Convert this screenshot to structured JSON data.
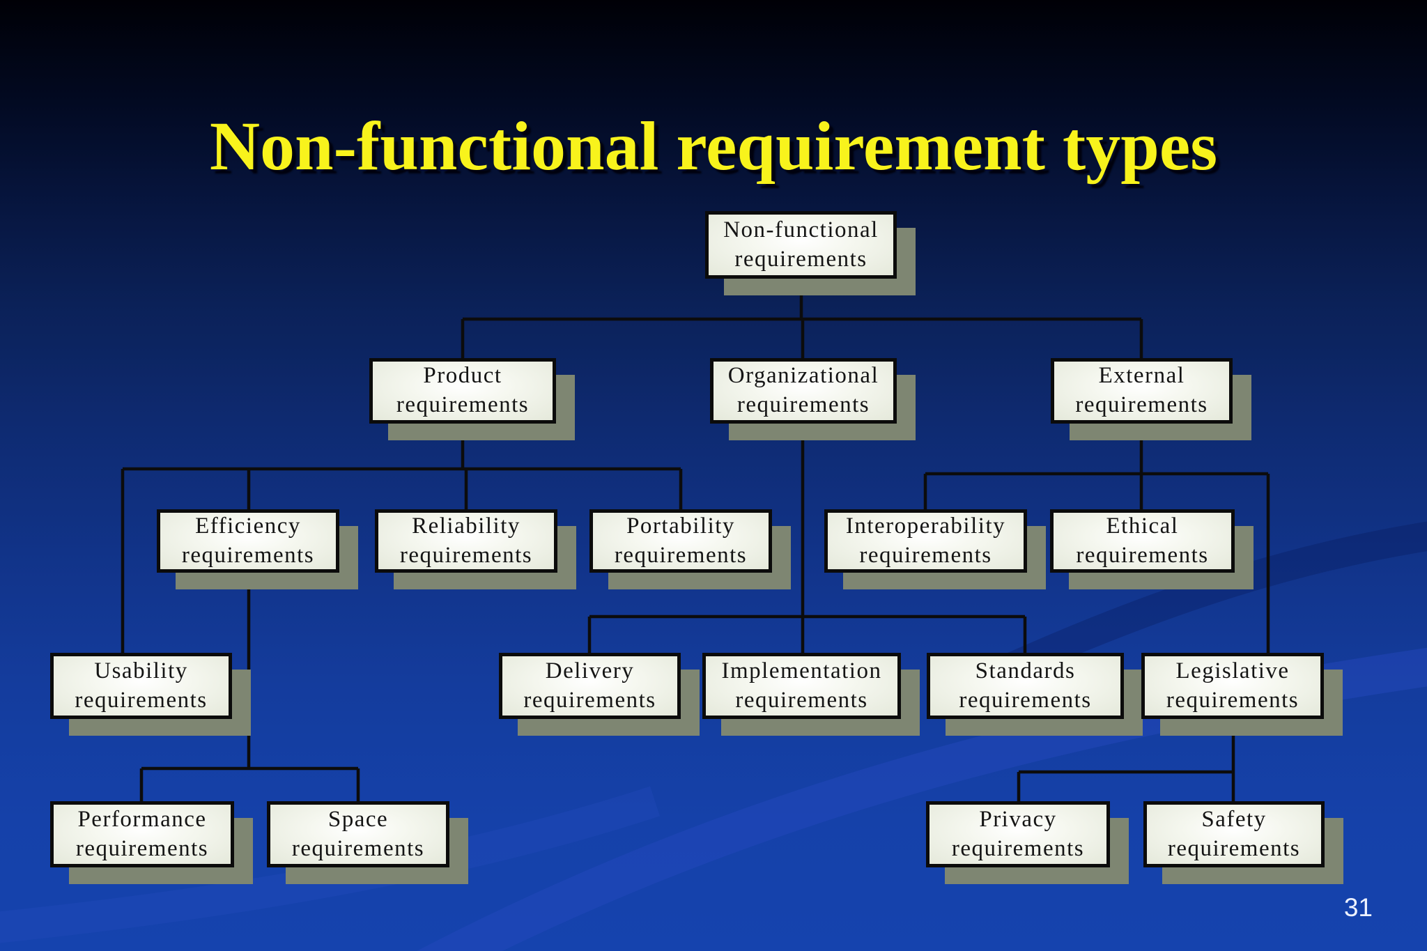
{
  "slide": {
    "title": "Non-functional requirement types",
    "page_number": "31",
    "colors": {
      "background_top": "#000006",
      "background_bottom": "#1543ae",
      "title_text": "#f8f31c",
      "box_fill": "#eef1e7",
      "box_border": "#0b0b0b",
      "box_shadow": "#7e8672",
      "connector": "#0c0c0c",
      "page_number_text": "#eef2ff"
    }
  },
  "diagram": {
    "nodes": [
      {
        "id": "non-functional",
        "line1": "Non-functional",
        "line2": "requirements"
      },
      {
        "id": "product",
        "line1": "Product",
        "line2": "requirements"
      },
      {
        "id": "organizational",
        "line1": "Organizational",
        "line2": "requirements"
      },
      {
        "id": "external",
        "line1": "External",
        "line2": "requirements"
      },
      {
        "id": "efficiency",
        "line1": "Efficiency",
        "line2": "requirements"
      },
      {
        "id": "reliability",
        "line1": "Reliability",
        "line2": "requirements"
      },
      {
        "id": "portability",
        "line1": "Portability",
        "line2": "requirements"
      },
      {
        "id": "interoperability",
        "line1": "Interoperability",
        "line2": "requirements"
      },
      {
        "id": "ethical",
        "line1": "Ethical",
        "line2": "requirements"
      },
      {
        "id": "usability",
        "line1": "Usability",
        "line2": "requirements"
      },
      {
        "id": "delivery",
        "line1": "Delivery",
        "line2": "requirements"
      },
      {
        "id": "implementation",
        "line1": "Implementation",
        "line2": "requirements"
      },
      {
        "id": "standards",
        "line1": "Standards",
        "line2": "requirements"
      },
      {
        "id": "legislative",
        "line1": "Legislative",
        "line2": "requirements"
      },
      {
        "id": "performance",
        "line1": "Performance",
        "line2": "requirements"
      },
      {
        "id": "space",
        "line1": "Space",
        "line2": "requirements"
      },
      {
        "id": "privacy",
        "line1": "Privacy",
        "line2": "requirements"
      },
      {
        "id": "safety",
        "line1": "Safety",
        "line2": "requirements"
      }
    ],
    "edges": [
      [
        "non-functional",
        "product"
      ],
      [
        "non-functional",
        "organizational"
      ],
      [
        "non-functional",
        "external"
      ],
      [
        "product",
        "usability"
      ],
      [
        "product",
        "efficiency"
      ],
      [
        "product",
        "reliability"
      ],
      [
        "product",
        "portability"
      ],
      [
        "efficiency",
        "performance"
      ],
      [
        "efficiency",
        "space"
      ],
      [
        "organizational",
        "delivery"
      ],
      [
        "organizational",
        "implementation"
      ],
      [
        "organizational",
        "standards"
      ],
      [
        "external",
        "interoperability"
      ],
      [
        "external",
        "ethical"
      ],
      [
        "external",
        "legislative"
      ],
      [
        "legislative",
        "privacy"
      ],
      [
        "legislative",
        "safety"
      ]
    ]
  }
}
